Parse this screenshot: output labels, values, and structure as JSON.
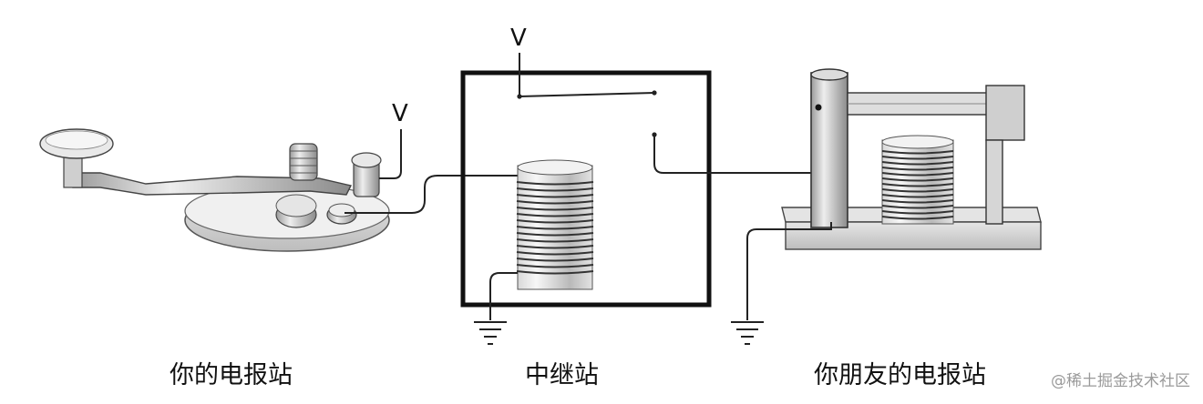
{
  "labels": {
    "voltage_key": "V",
    "voltage_relay": "V"
  },
  "captions": {
    "your_station": "你的电报站",
    "relay_station": "中继站",
    "friend_station": "你朋友的电报站"
  },
  "watermark": "@稀土掘金技术社区"
}
